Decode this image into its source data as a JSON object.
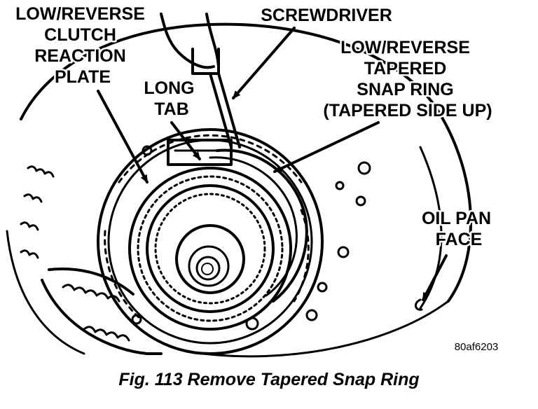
{
  "labels": {
    "low_reverse_clutch_reaction_plate": [
      "LOW/REVERSE",
      "CLUTCH",
      "REACTION",
      "PLATE"
    ],
    "screwdriver": "SCREWDRIVER",
    "long_tab": [
      "LONG",
      "TAB"
    ],
    "low_reverse_tapered_snap_ring": [
      "LOW/REVERSE",
      "TAPERED",
      "SNAP RING",
      "(TAPERED SIDE UP)"
    ],
    "oil_pan_face": [
      "OIL PAN",
      "FACE"
    ]
  },
  "figure_code": "80af6203",
  "caption": "Fig. 113 Remove Tapered Snap Ring",
  "colors": {
    "ink": "#000000",
    "paper": "#ffffff"
  }
}
